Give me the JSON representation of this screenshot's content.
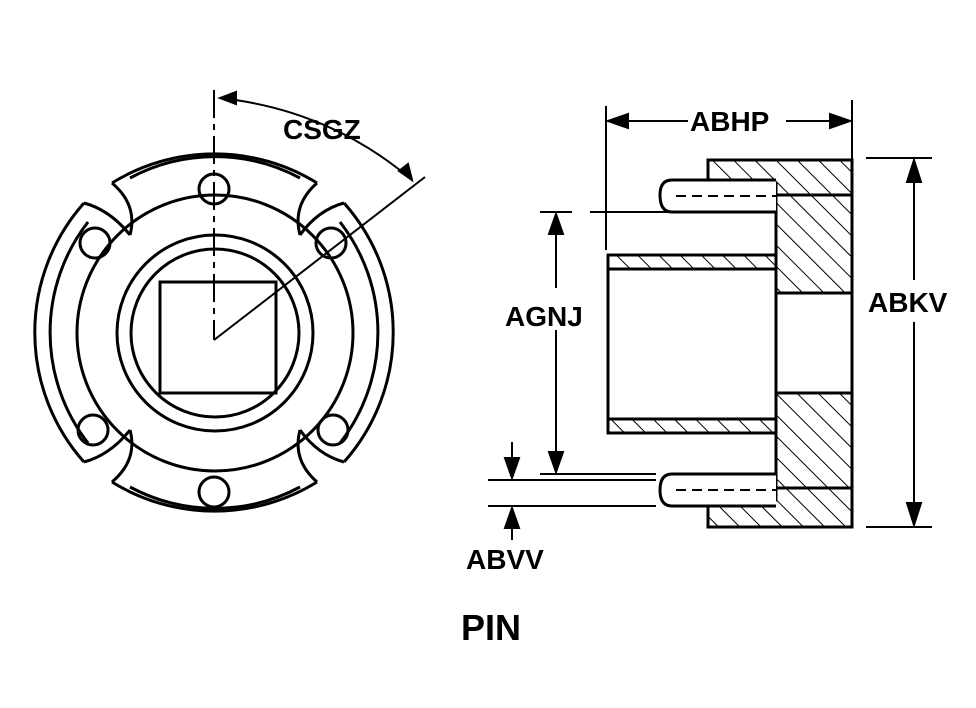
{
  "labels": {
    "csgz": "CSGZ",
    "abhp": "ABHP",
    "abkv": "ABKV",
    "agnj": "AGNJ",
    "abvv": "ABVV",
    "title": "PIN"
  },
  "colors": {
    "line": "#000000",
    "background": "#ffffff"
  }
}
